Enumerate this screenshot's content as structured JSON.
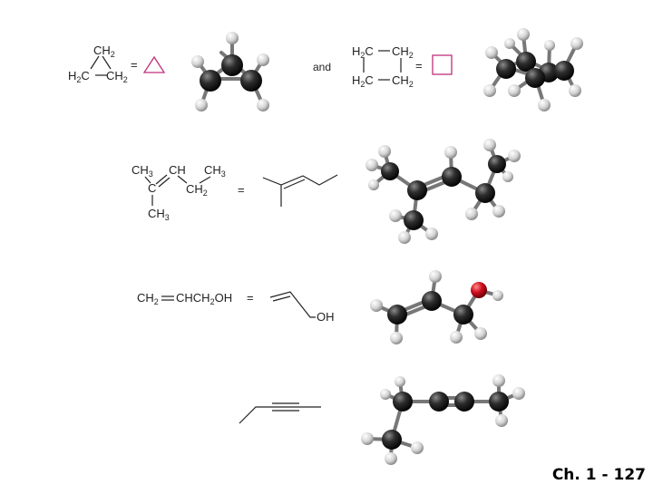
{
  "row1": {
    "cyclopropane": {
      "top": "CH",
      "left": "H",
      "right": "CH",
      "sub2": "2",
      "c": "C"
    },
    "and_label": "and",
    "cyclobutane": {
      "h2c": "H",
      "c": "C",
      "ch": "CH",
      "sub2": "2"
    },
    "equals": "="
  },
  "row2": {
    "ch3": "CH",
    "ch": "CH",
    "c": "C",
    "sub3": "3",
    "sub2": "2",
    "equals": "="
  },
  "row3": {
    "formula_a": "CH",
    "formula_b": "CHCH",
    "formula_c": "OH",
    "sub2": "2",
    "equals": "=",
    "oh": "OH"
  },
  "footer": {
    "slide_number": "Ch. 1 - 127"
  },
  "colors": {
    "carbon": "#2b2b2b",
    "hydrogen": "#d8d8d8",
    "oxygen": "#c8102e",
    "ring_outline": "#c0307a"
  }
}
